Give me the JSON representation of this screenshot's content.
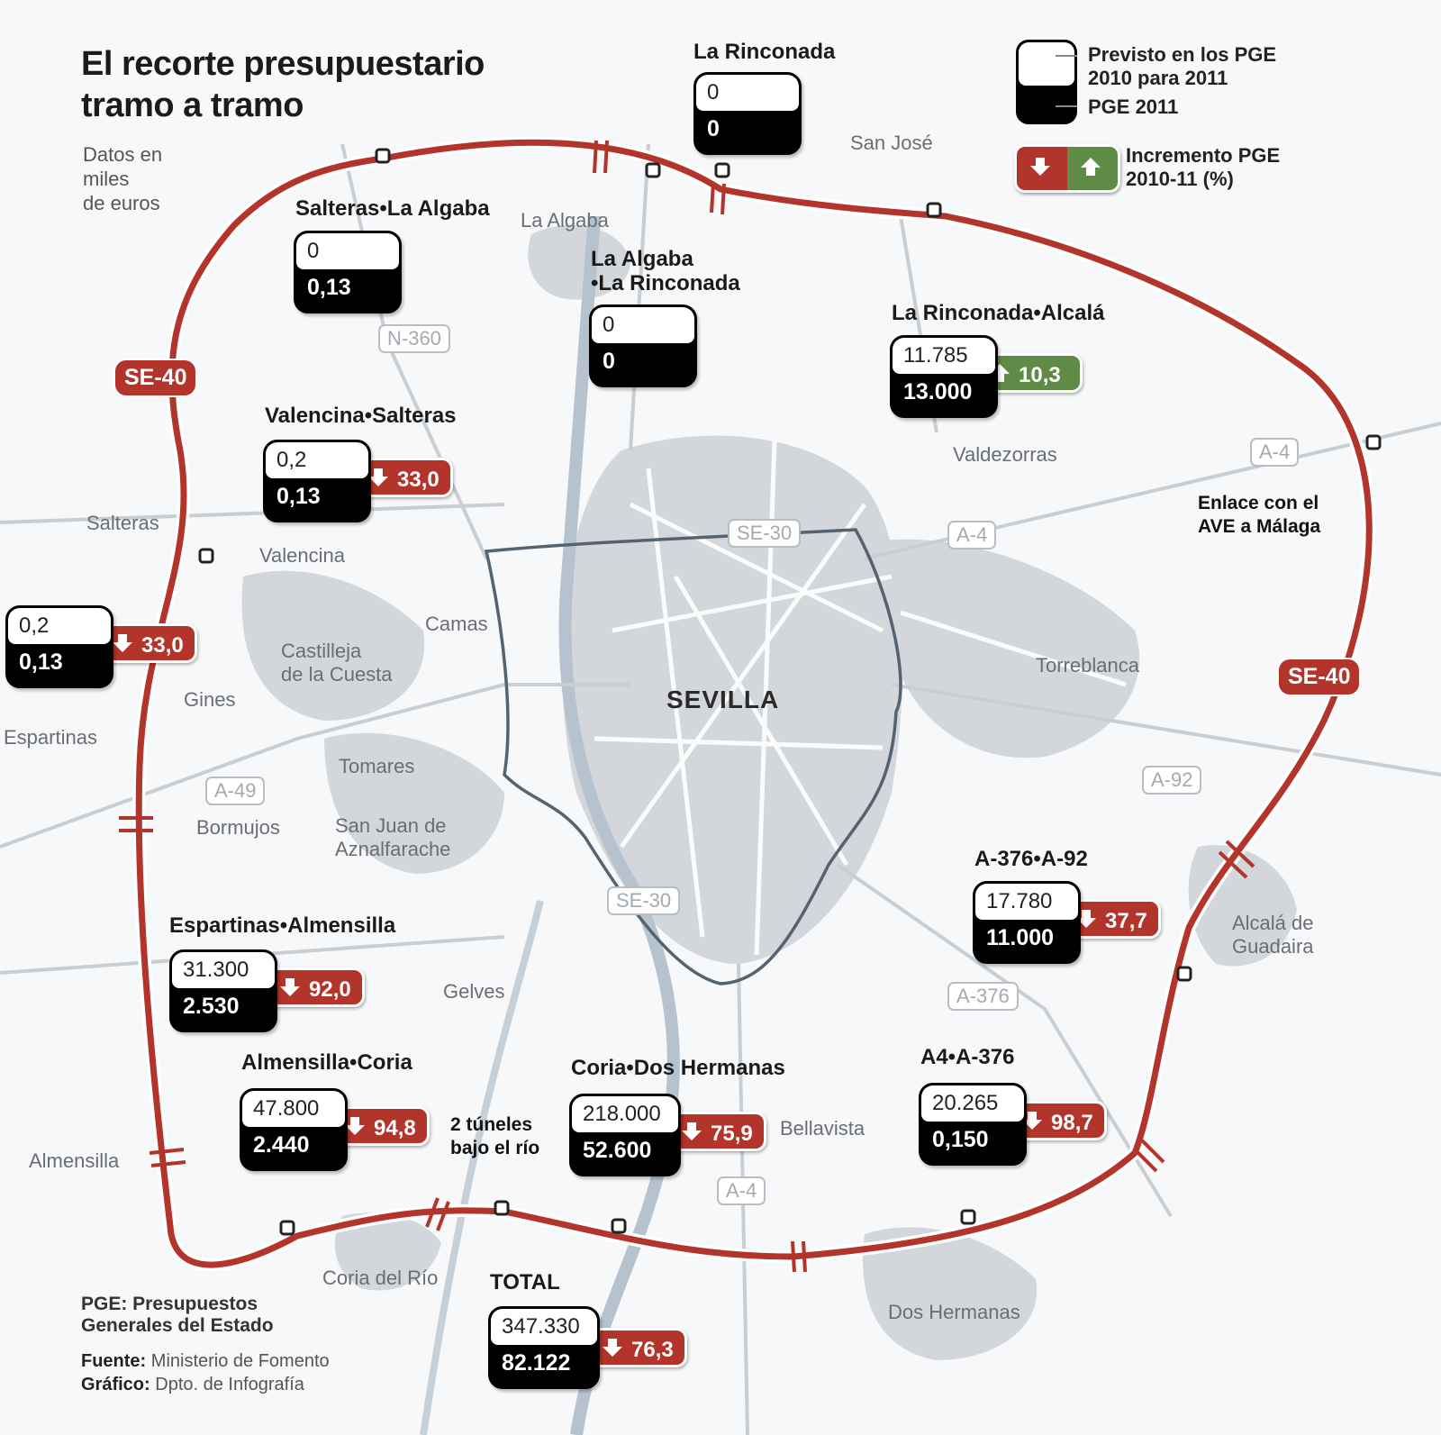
{
  "title_line1": "El recorte presupuestario",
  "title_line2": "tramo a tramo",
  "units_note": [
    "Datos en",
    "miles",
    "de euros"
  ],
  "legend": {
    "planned": [
      "Previsto en los PGE",
      "2010 para 2011"
    ],
    "actual": "PGE 2011",
    "change": [
      "Incremento PGE",
      "2010-11 (%)"
    ],
    "down_color": "#b3342a",
    "up_color": "#5f8b46",
    "ring_color": "#b3342a"
  },
  "ring_label": "SE-40",
  "inner_ring_label": "SE-30",
  "city": "SEVILLA",
  "segments": [
    {
      "name": "La Rinconada",
      "planned": "0",
      "actual": "0",
      "change": null,
      "direction": null
    },
    {
      "name": "Salteras•La Algaba",
      "planned": "0",
      "actual": "0,13",
      "change": null,
      "direction": null
    },
    {
      "name": "La Algaba\n•La Rinconada",
      "planned": "0",
      "actual": "0",
      "change": null,
      "direction": null
    },
    {
      "name": "La Rinconada•Alcalá",
      "planned": "11.785",
      "actual": "13.000",
      "change": "10,3",
      "direction": "up"
    },
    {
      "name": "Valencina•Salteras",
      "planned": "0,2",
      "actual": "0,13",
      "change": "33,0",
      "direction": "down"
    },
    {
      "name": "",
      "planned": "0,2",
      "actual": "0,13",
      "change": "33,0",
      "direction": "down"
    },
    {
      "name": "A-376•A-92",
      "planned": "17.780",
      "actual": "11.000",
      "change": "37,7",
      "direction": "down"
    },
    {
      "name": "Espartinas•Almensilla",
      "planned": "31.300",
      "actual": "2.530",
      "change": "92,0",
      "direction": "down"
    },
    {
      "name": "Almensilla•Coria",
      "planned": "47.800",
      "actual": "2.440",
      "change": "94,8",
      "direction": "down"
    },
    {
      "name": "Coria•Dos Hermanas",
      "planned": "218.000",
      "actual": "52.600",
      "change": "75,9",
      "direction": "down"
    },
    {
      "name": "A4•A-376",
      "planned": "20.265",
      "actual": "0,150",
      "change": "98,7",
      "direction": "down"
    },
    {
      "name": "TOTAL",
      "planned": "347.330",
      "actual": "82.122",
      "change": "76,3",
      "direction": "down"
    }
  ],
  "places": [
    "San José",
    "La Algaba",
    "Valdezorras",
    "Salteras",
    "Valencina",
    "Camas",
    "Castilleja\nde la Cuesta",
    "Gines",
    "Espartinas",
    "Tomares",
    "Bormujos",
    "San Juan de\nAznalfarache",
    "Torreblanca",
    "Alcalá de\nGuadaira",
    "Gelves",
    "Bellavista",
    "Almensilla",
    "Coria del Río",
    "Dos Hermanas"
  ],
  "roads": [
    "N-360",
    "A-4",
    "A-4",
    "A-92",
    "A-49",
    "A-376",
    "A-4"
  ],
  "callouts": {
    "ave": [
      "Enlace con el",
      "AVE a Málaga"
    ],
    "tunnels": [
      "2 túneles",
      "bajo el río"
    ]
  },
  "footnote": {
    "pge_def": [
      "PGE: Presupuestos",
      "Generales del Estado"
    ],
    "source_label": "Fuente:",
    "source": "Ministerio de Fomento",
    "graphic_label": "Gráfico:",
    "graphic": "Dpto. de Infografía"
  }
}
